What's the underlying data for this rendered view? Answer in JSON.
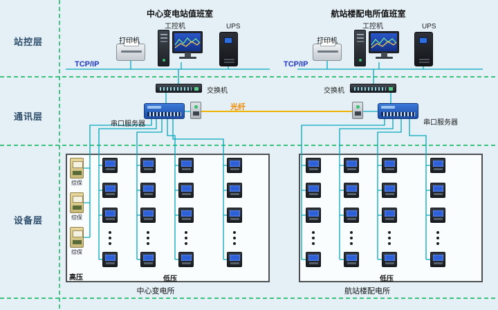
{
  "layer_labels": {
    "station": "站控层",
    "comm": "通讯层",
    "device": "设备层"
  },
  "left_room": {
    "title": "中心变电站值班室",
    "printer_label": "打印机",
    "ipc_label": "工控机",
    "ups_label": "UPS",
    "tcpip_label": "TCP/IP",
    "switch_label": "交换机",
    "serial_server_label": "串口服务器"
  },
  "right_room": {
    "title": "航站楼配电所值班室",
    "printer_label": "打印机",
    "ipc_label": "工控机",
    "ups_label": "UPS",
    "tcpip_label": "TCP/IP",
    "switch_label": "交换机",
    "serial_server_label": "串口服务器"
  },
  "comm_layer": {
    "fiber_label": "光纤"
  },
  "left_panel": {
    "relay_label": "综保",
    "hv_label": "高压",
    "lv_label": "低压",
    "caption": "中心变电所"
  },
  "right_panel": {
    "lv_label": "低压",
    "caption": "航站楼配电所"
  },
  "colors": {
    "background": "#e4f0f6",
    "divider_green": "#00b050",
    "wire_teal": "#00a6bc",
    "fiber_yellow": "#f0b400",
    "tcpip_blue": "#1f35c4",
    "fiber_text_orange": "#f08800"
  }
}
